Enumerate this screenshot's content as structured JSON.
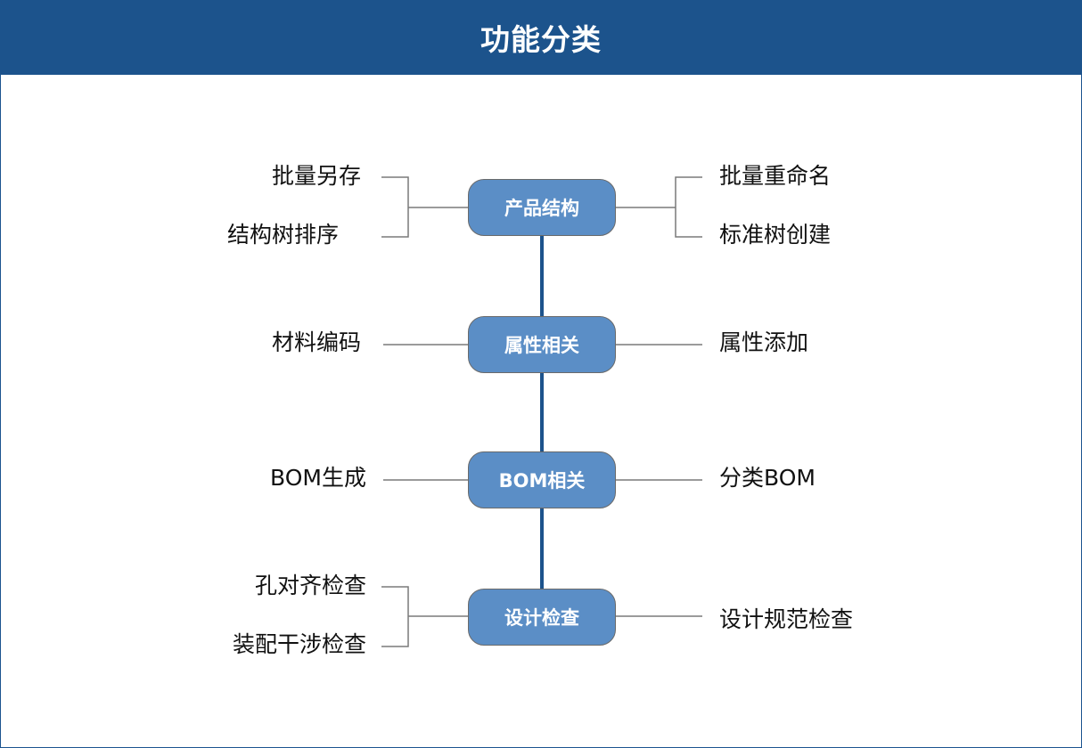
{
  "header": {
    "title": "功能分类"
  },
  "colors": {
    "header_bg": "#1c538c",
    "node_fill": "#5b8ec6",
    "spine": "#1c538c",
    "connector": "#7a7a7a"
  },
  "categories": [
    {
      "label": "产品结构",
      "left_items": [
        "批量另存",
        "结构树排序"
      ],
      "right_items": [
        "批量重命名",
        "标准树创建"
      ]
    },
    {
      "label": "属性相关",
      "left_items": [
        "材料编码"
      ],
      "right_items": [
        "属性添加"
      ]
    },
    {
      "label": "BOM相关",
      "left_items": [
        "BOM生成"
      ],
      "right_items": [
        "分类BOM"
      ]
    },
    {
      "label": "设计检查",
      "left_items": [
        "孔对齐检查",
        "装配干涉检查"
      ],
      "right_items": [
        "设计规范检查"
      ]
    }
  ]
}
